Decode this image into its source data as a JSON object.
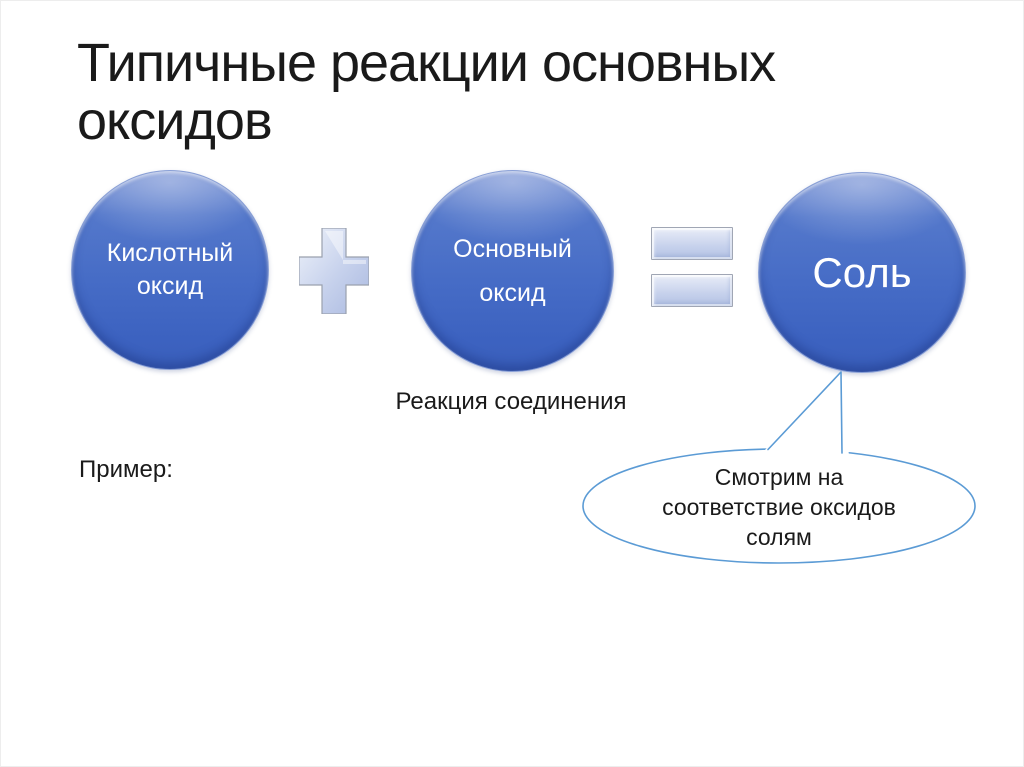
{
  "slide": {
    "title": "Типичные реакции основных оксидов",
    "equation": {
      "left_circle": {
        "lines": [
          "Кислотный",
          "оксид"
        ],
        "text": "Кислотный оксид"
      },
      "plus": "+",
      "middle_circle": {
        "lines": [
          "Основный",
          "оксид"
        ],
        "text": "Основный оксид"
      },
      "equals": "=",
      "right_circle": {
        "lines": [
          "Соль"
        ],
        "text": "Соль"
      }
    },
    "caption": "Реакция соединения",
    "example_label": "Пример:",
    "callout": {
      "text": "Смотрим на соответствие оксидов солям",
      "lines": [
        "Смотрим на",
        "соответствие оксидов",
        "солям"
      ]
    },
    "colors": {
      "background": "#ffffff",
      "text": "#1a1a1a",
      "circle_fill_top": "#7e97d7",
      "circle_fill_bottom": "#3a5fbb",
      "circle_text": "#ffffff",
      "operator_fill": "#c6d1ec",
      "operator_border": "#a0a6b4",
      "callout_outline": "#5b9bd5"
    }
  }
}
